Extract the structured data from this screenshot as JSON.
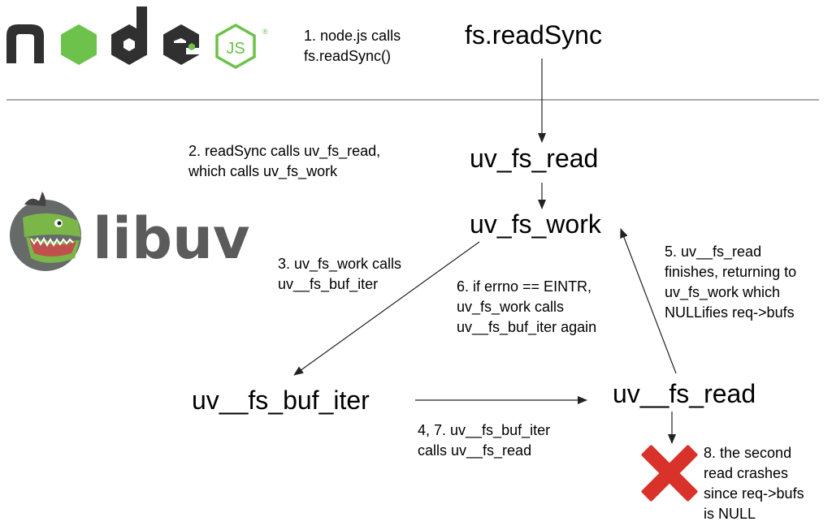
{
  "logos": {
    "nodejs": {
      "wordmark": "node",
      "badge": "JS",
      "registered": "®",
      "colors": {
        "dark": "#303030",
        "green": "#6cc24a"
      }
    },
    "libuv": {
      "wordmark": "libuv",
      "colors": {
        "text": "#5b5b5b",
        "dino_body": "#666b69",
        "dino_jaw": "#7ab648",
        "dino_mouth": "#c0504d"
      }
    }
  },
  "nodes": {
    "fs_read_sync": "fs.readSync",
    "uv_fs_read": "uv_fs_read",
    "uv_fs_work": "uv_fs_work",
    "uv_fs_buf_iter": "uv__fs_buf_iter",
    "uv_fs_read_internal": "uv__fs_read"
  },
  "notes": {
    "step1": [
      "1. node.js calls",
      "fs.readSync()"
    ],
    "step2": [
      "2. readSync calls uv_fs_read,",
      "which calls uv_fs_work"
    ],
    "step3": [
      "3. uv_fs_work calls",
      "uv__fs_buf_iter"
    ],
    "step6": [
      "6. if errno == EINTR,",
      "uv_fs_work calls",
      "uv__fs_buf_iter again"
    ],
    "step5": [
      "5. uv__fs_read",
      "finishes, returning to",
      "uv_fs_work which",
      "NULLifies req->bufs"
    ],
    "step47": [
      "4, 7. uv__fs_buf_iter",
      "calls uv__fs_read"
    ],
    "step8": [
      "8. the second",
      "read crashes",
      "since req->bufs",
      "is NULL"
    ]
  },
  "crash_mark": {
    "icon": "red-x-icon",
    "color": "#d9322b"
  },
  "divider_color": "#555555",
  "arrow_color": "#222222"
}
